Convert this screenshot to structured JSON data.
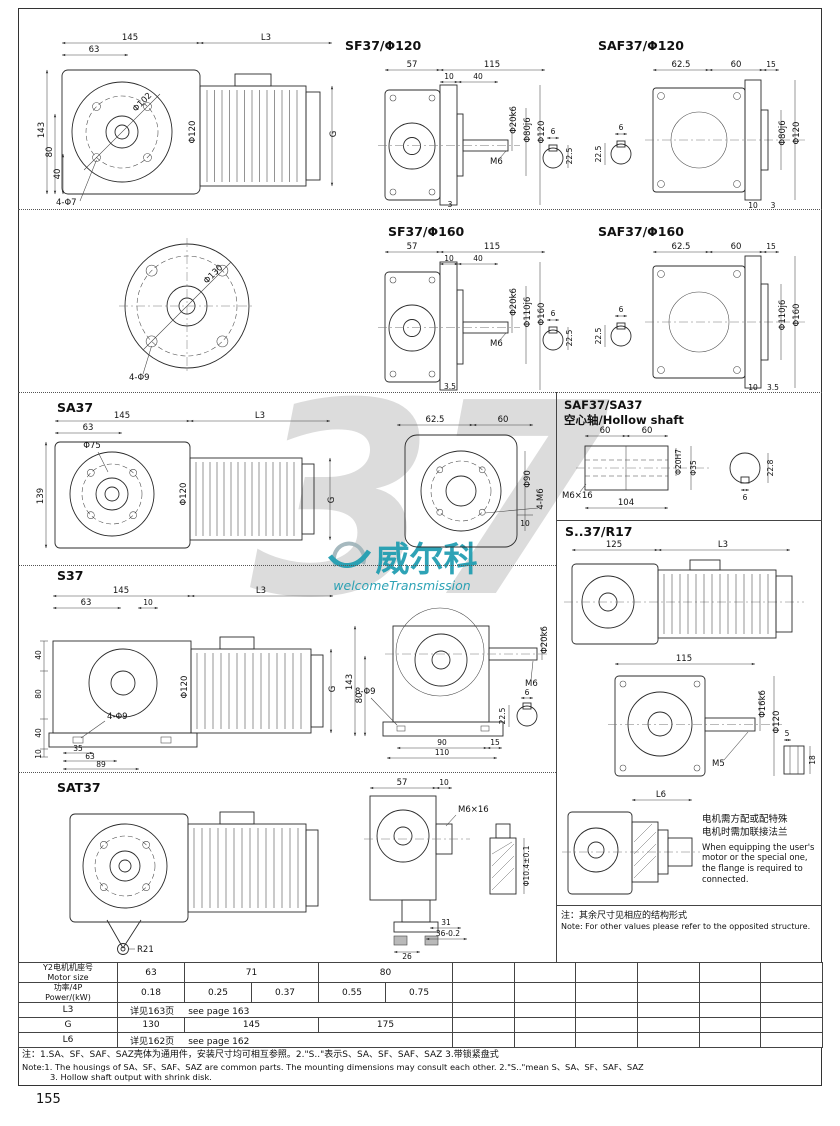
{
  "page": {
    "number": "155"
  },
  "watermark": {
    "big_text": "37",
    "brand": "威尔科",
    "brand_sub": "welcomeTransmission"
  },
  "colors": {
    "brand_teal": "#1d9cb0",
    "watermark_gray": "#dcdcdc",
    "line": "#2b2b2b"
  },
  "sections": {
    "sf37_side": {
      "labels": {
        "w145": "145",
        "w63": "63",
        "L3": "L3",
        "h143": "143",
        "h80": "80",
        "h40": "40",
        "holes": "4-Φ7",
        "bc": "Φ102",
        "flange": "Φ120",
        "G": "G"
      }
    },
    "sf37_120": {
      "title": "SF37/Φ120",
      "labels": {
        "w57": "57",
        "w115": "115",
        "w10": "10",
        "w40": "40",
        "shaft": "Φ20k6",
        "spigot": "Φ80j6",
        "flange": "Φ120",
        "tap": "M6",
        "t3": "3",
        "key_w": "6",
        "key_h": "22.5"
      }
    },
    "saf37_120": {
      "title": "SAF37/Φ120",
      "labels": {
        "w62_5": "62.5",
        "w60": "60",
        "w15": "15",
        "spigot": "Φ80j6",
        "flange": "Φ120",
        "b10": "10",
        "t3": "3",
        "key_w": "6",
        "key_h": "22.5"
      }
    },
    "flange_160_face": {
      "labels": {
        "bc": "Φ130",
        "holes": "4-Φ9"
      }
    },
    "sf37_160": {
      "title": "SF37/Φ160",
      "labels": {
        "w57": "57",
        "w115": "115",
        "w10": "10",
        "w40": "40",
        "shaft": "Φ20k6",
        "spigot": "Φ110j6",
        "flange": "Φ160",
        "tap": "M6",
        "t35": "3.5",
        "key_w": "6",
        "key_h": "22.5"
      }
    },
    "saf37_160": {
      "title": "SAF37/Φ160",
      "labels": {
        "w62_5": "62.5",
        "w60": "60",
        "w15": "15",
        "spigot": "Φ110j6",
        "flange": "Φ160",
        "b10": "10",
        "t35": "3.5",
        "key_w": "6",
        "key_h": "22.5"
      }
    },
    "sa37": {
      "title": "SA37",
      "labels": {
        "w145": "145",
        "w63": "63",
        "L3": "L3",
        "boss": "Φ75",
        "h139": "139",
        "flange": "Φ120",
        "G": "G"
      }
    },
    "sa37_face": {
      "labels": {
        "w62_5": "62.5",
        "w60": "60",
        "d90": "Φ90",
        "taps": "4-M6",
        "b10": "10"
      }
    },
    "hollow_shaft": {
      "title1": "SAF37/SA37",
      "title2": "空心轴/Hollow shaft",
      "labels": {
        "w60a": "60",
        "w60b": "60",
        "tap": "M6×16",
        "w104": "104",
        "bore": "Φ20H7",
        "od": "Φ35",
        "hex": "22.8",
        "key": "6"
      }
    },
    "s37_r17": {
      "title": "S..37/R17",
      "labels": {
        "w125": "125",
        "L3": "L3",
        "w115": "115",
        "shaft": "Φ16k6",
        "flange": "Φ120",
        "tap": "M5",
        "t5": "5",
        "h18": "18",
        "L6": "L6"
      }
    },
    "motor_note": {
      "cn1": "电机需方配或配特殊",
      "cn2": "电机时需加联接法兰",
      "en": "When equipping the user's motor or the special one, the flange is required to connected."
    },
    "ref_note": {
      "cn": "注：其余尺寸见相应的结构形式",
      "en": "Note: For other values please refer to the opposited structure."
    },
    "s37": {
      "title": "S37",
      "labels": {
        "w145": "145",
        "w63": "63",
        "w10": "10",
        "L3": "L3",
        "h40a": "40",
        "h80": "80",
        "h40b": "40",
        "h10": "10",
        "b35": "35",
        "b63": "63",
        "b89": "89",
        "holes": "4-Φ9",
        "flange": "Φ120",
        "G": "G"
      }
    },
    "s37_front": {
      "labels": {
        "h143": "143",
        "h80": "80",
        "holes": "8-Φ9",
        "b90": "90",
        "b110": "110",
        "b15": "15",
        "shaft": "Φ20k6",
        "tap": "M6",
        "key_w": "6",
        "key_h": "22.5"
      }
    },
    "sat37": {
      "title": "SAT37",
      "labels": {
        "r21": "R21"
      }
    },
    "sat37_front": {
      "labels": {
        "w57": "57",
        "w10": "10",
        "tap": "M6×16",
        "b31": "31",
        "b36": "36-0.2",
        "b26": "26",
        "pin": "Φ10.4±0.1"
      }
    }
  },
  "table": {
    "rows": [
      {
        "head_cn": "Y2电机机座号",
        "head_en": "Motor size",
        "cells": [
          "63",
          "71",
          "80"
        ]
      },
      {
        "head_cn": "功率/4P",
        "head_en": "Power/(kW)",
        "cells": [
          "0.18",
          "0.25",
          "0.37",
          "0.55",
          "0.75"
        ]
      },
      {
        "head": "L3",
        "span_cn": "详见163页",
        "span_en": "see page 163"
      },
      {
        "head": "G",
        "cells": [
          "130",
          "145",
          "175"
        ]
      },
      {
        "head": "L6",
        "span_cn": "详见162页",
        "span_en": "see page 162"
      }
    ]
  },
  "notes": {
    "cn": "注：1.SA、SF、SAF、SAZ壳体为通用件，安装尺寸均可相互参照。2.\"S..\"表示S、SA、SF、SAF、SAZ 3.带锁紧盘式",
    "en1": "Note:1. The housings of SA、SF、SAF、SAZ are common parts. The mounting dimensions may consult each other. 2.\"S..\"mean S、SA、SF、SAF、SAZ",
    "en2": "3. Hollow shaft output with shrink disk."
  }
}
